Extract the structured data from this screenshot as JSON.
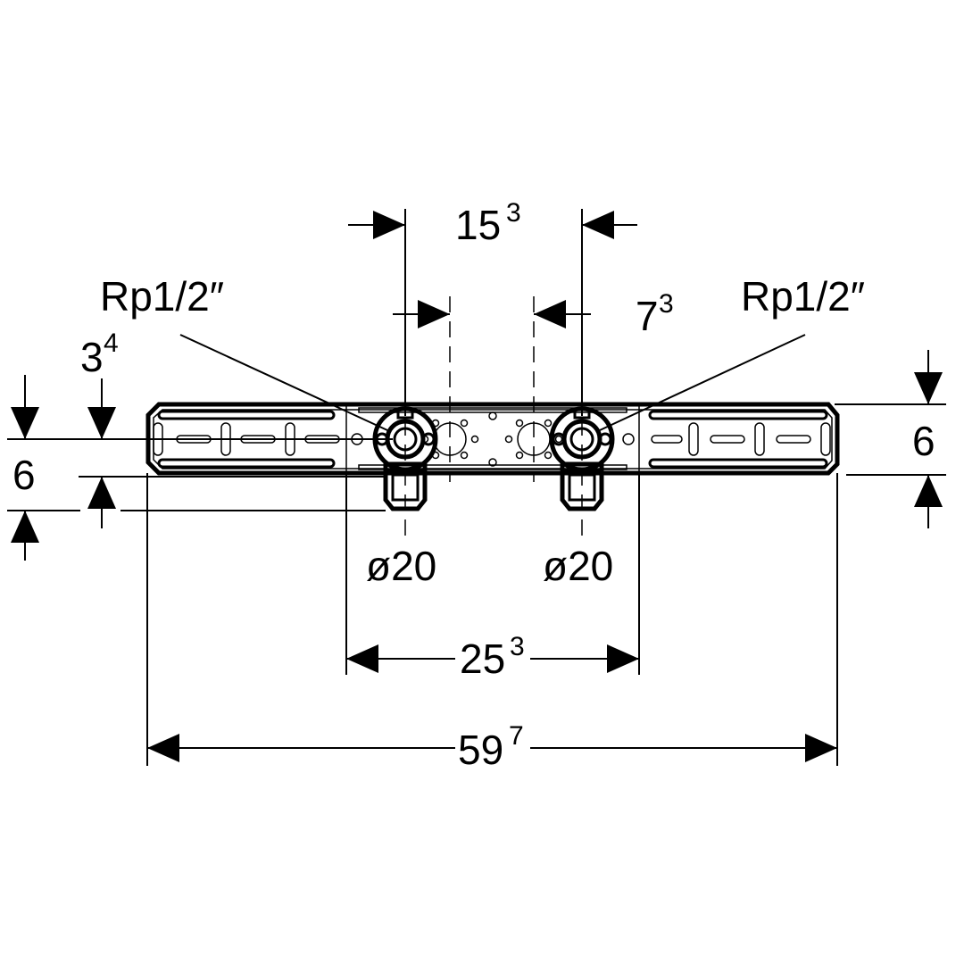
{
  "dimensions": {
    "top_spacing": {
      "main": "15",
      "sup": "3"
    },
    "offset": {
      "main": "7",
      "sup": "3"
    },
    "left_height": {
      "main": "3",
      "sup": "4"
    },
    "left_bottom": {
      "main": "6"
    },
    "right_height": {
      "main": "6"
    },
    "inner_width": {
      "main": "25",
      "sup": "3"
    },
    "total_width": {
      "main": "59",
      "sup": "7"
    }
  },
  "labels": {
    "thread_left": "Rp1/2″",
    "thread_right": "Rp1/2″",
    "pipe_left": "ø20",
    "pipe_right": "ø20"
  }
}
